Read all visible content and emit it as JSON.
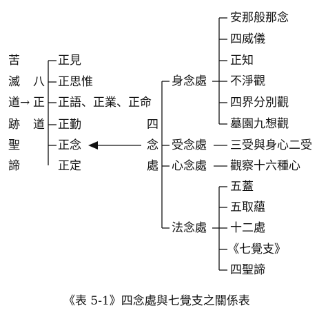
{
  "left_column": {
    "vertical_label": [
      "苦",
      "滅",
      "道",
      "跡",
      "聖",
      "諦"
    ],
    "arrow": "→"
  },
  "second_column": {
    "vertical_label": [
      "八",
      "正",
      "道"
    ]
  },
  "path_items": [
    "正見",
    "正思惟",
    "正語、正業、正命",
    "正勤",
    "正念",
    "正定"
  ],
  "four_mindfulness_vertical": [
    "四",
    "念",
    "處"
  ],
  "four_mindfulness": [
    {
      "label": "身念處",
      "subitems": [
        "安那般那念",
        "四威儀",
        "正知",
        "不淨觀",
        "四界分別觀",
        "墓園九想觀"
      ]
    },
    {
      "label": "受念處",
      "subitems": [
        "三受與身心二受"
      ]
    },
    {
      "label": "心念處",
      "subitems": [
        "觀察十六種心"
      ]
    },
    {
      "label": "法念處",
      "subitems": [
        "五蓋",
        "五取蘊",
        "十二處",
        "《七覺支》",
        "四聖諦"
      ]
    }
  ],
  "caption": "《表 5-1》四念處與七覺支之關係表"
}
